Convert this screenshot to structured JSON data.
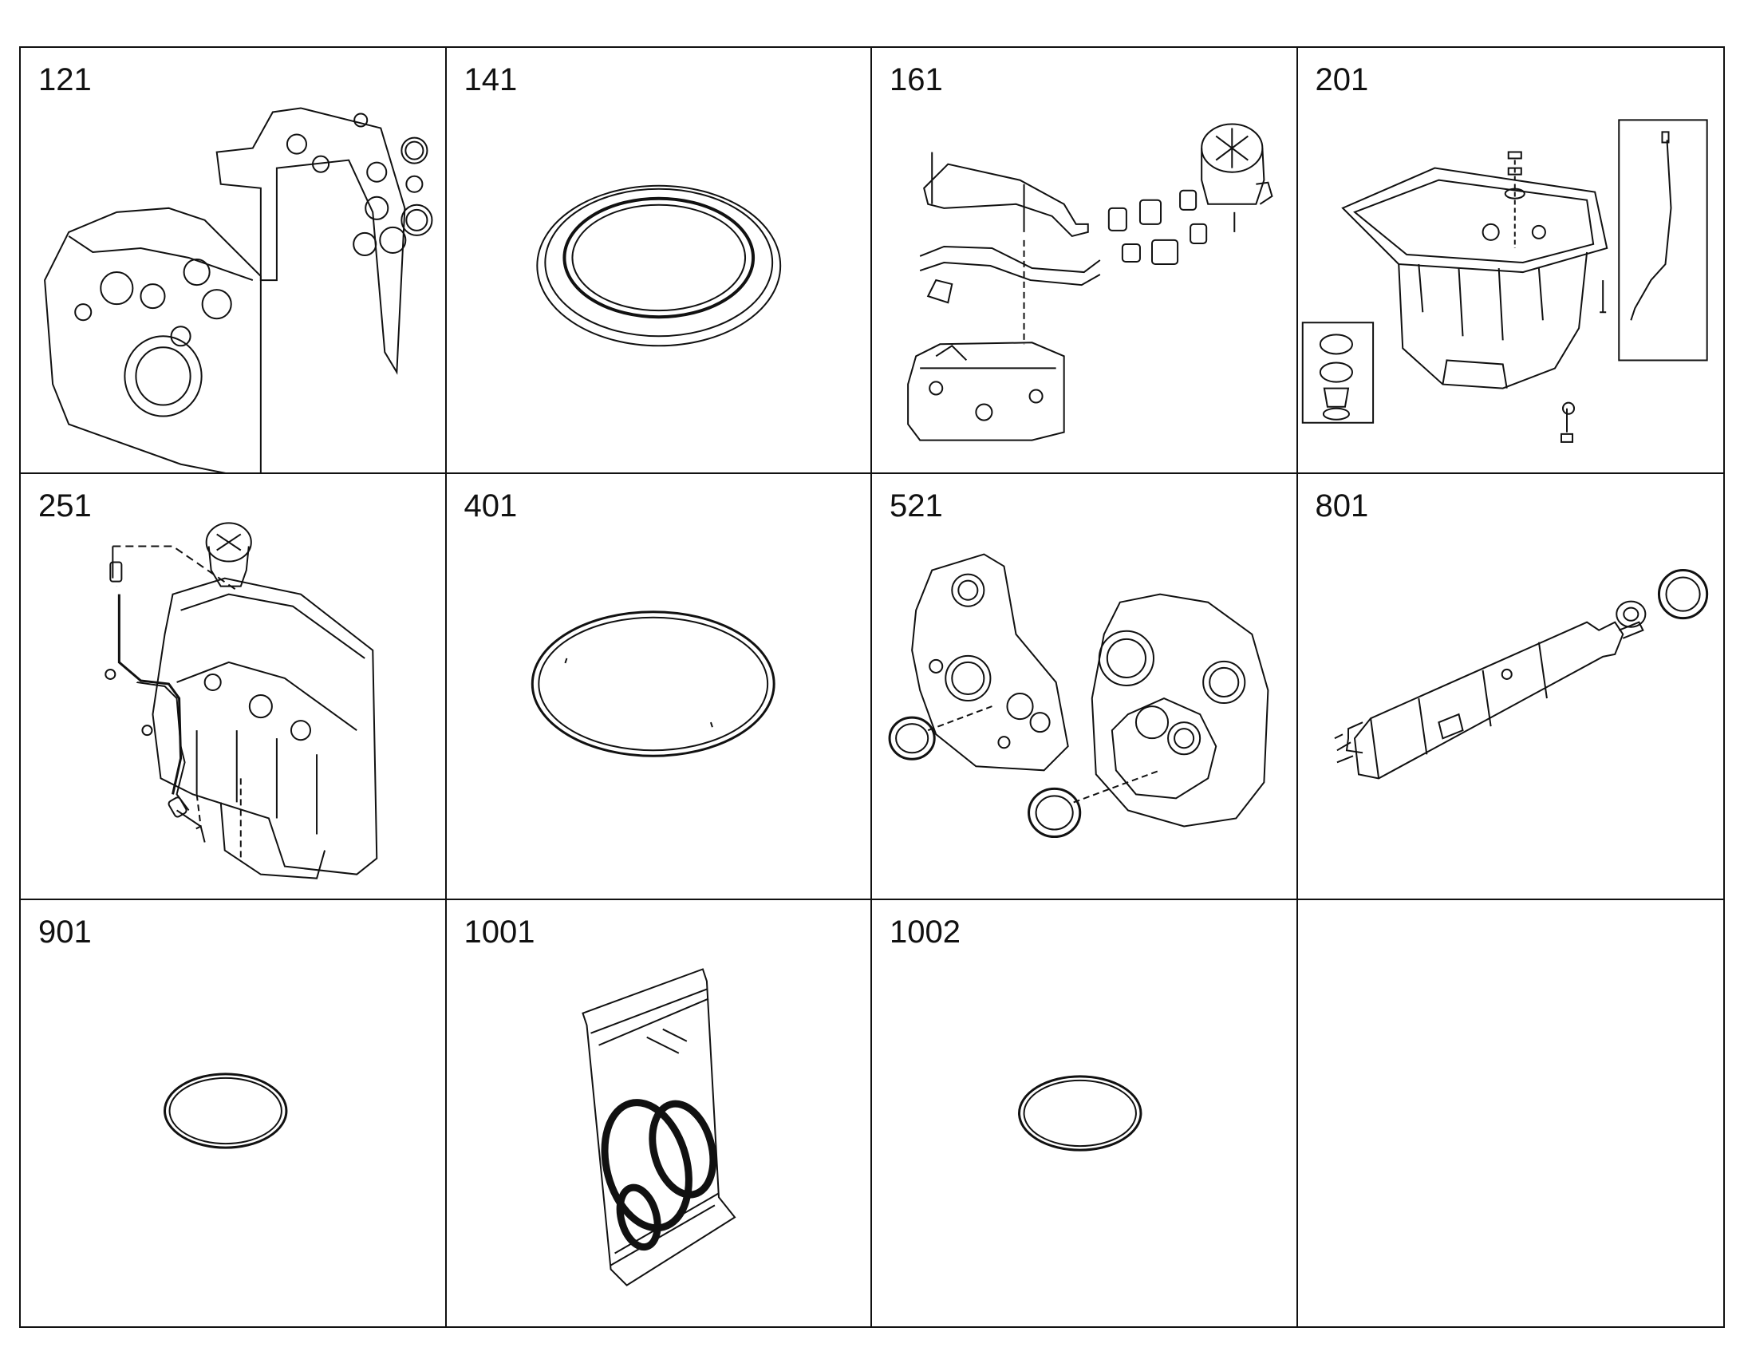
{
  "cells": [
    {
      "label": "121",
      "icon": "timing-cover-gasket-set-icon"
    },
    {
      "label": "141",
      "icon": "shaft-seal-ring-icon"
    },
    {
      "label": "161",
      "icon": "breather-hose-assembly-icon"
    },
    {
      "label": "201",
      "icon": "oil-pan-assembly-icon"
    },
    {
      "label": "251",
      "icon": "oil-line-engine-block-icon"
    },
    {
      "label": "401",
      "icon": "large-o-ring-icon"
    },
    {
      "label": "521",
      "icon": "timing-case-housing-icon"
    },
    {
      "label": "801",
      "icon": "fuel-injector-icon"
    },
    {
      "label": "901",
      "icon": "o-ring-icon"
    },
    {
      "label": "1001",
      "icon": "seal-kit-bag-icon"
    },
    {
      "label": "1002",
      "icon": "o-ring-icon"
    },
    {
      "label": "",
      "icon": ""
    }
  ],
  "colors": {
    "line": "#111111",
    "background": "#ffffff"
  }
}
